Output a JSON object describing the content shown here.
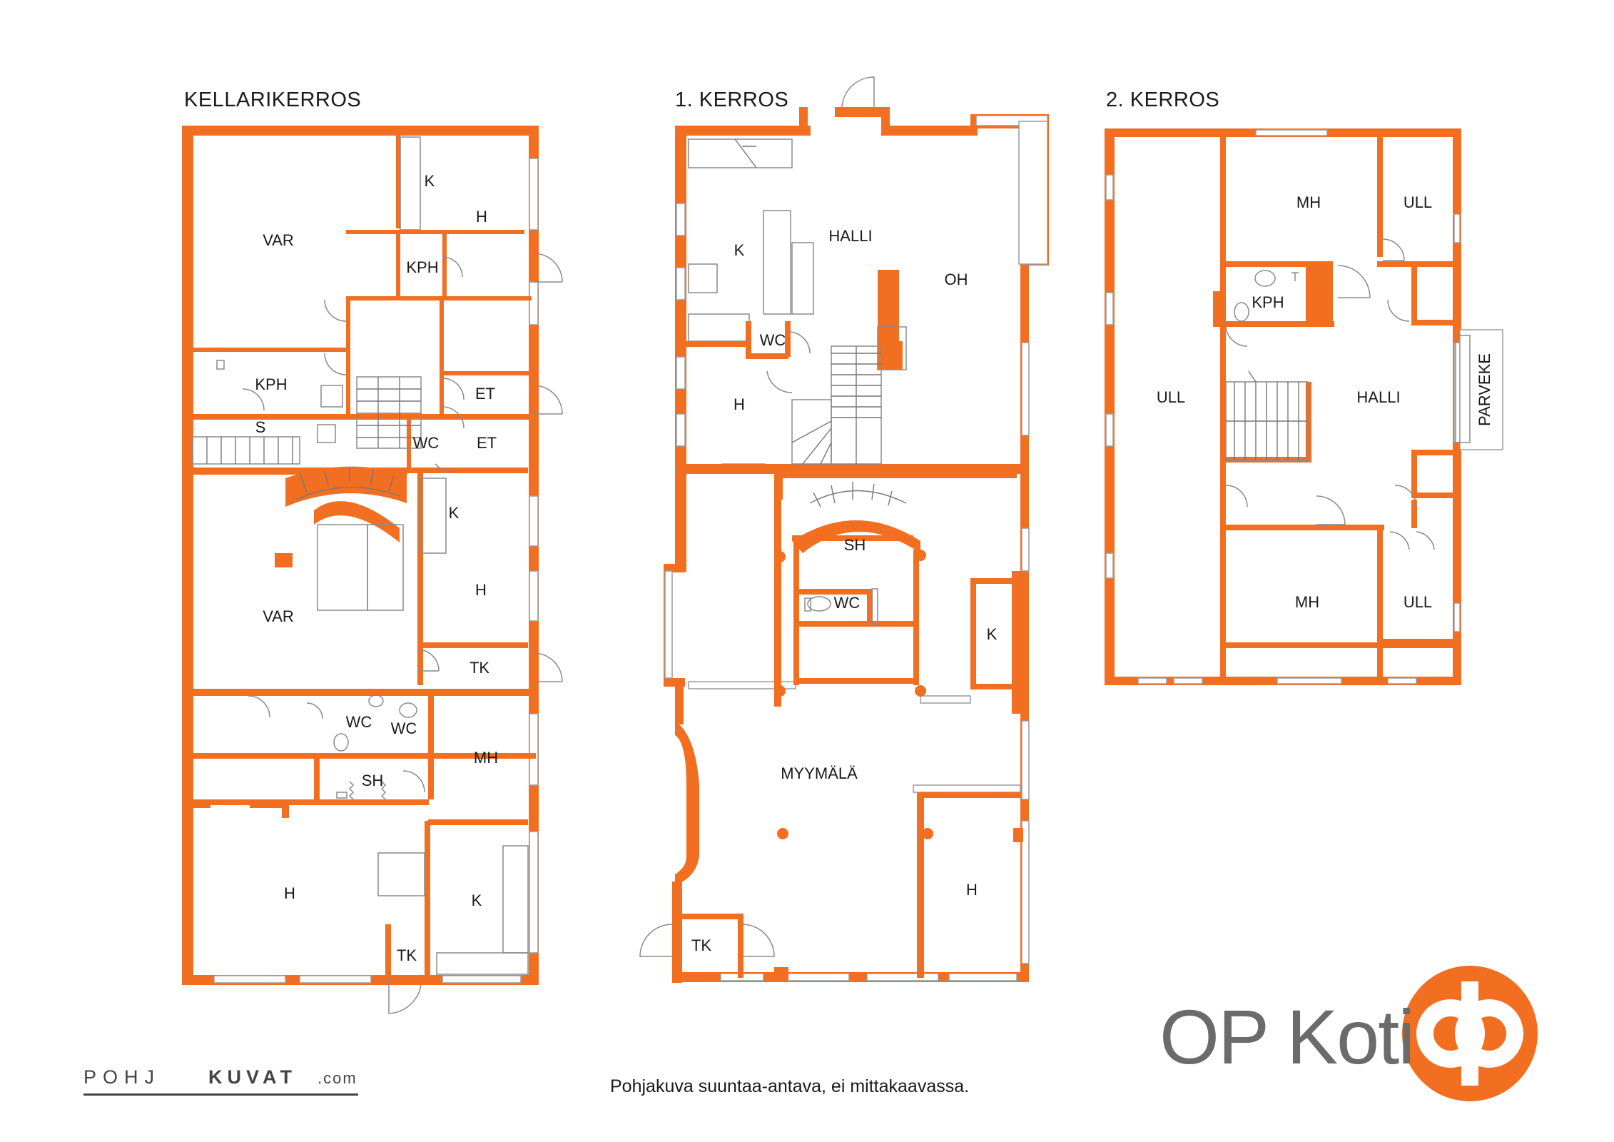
{
  "floors": {
    "basement": {
      "title": "KELLARIKERROS",
      "rooms": {
        "k_top": "K",
        "h_top": "H",
        "var_top": "VAR",
        "kph_top": "KPH",
        "kph_left": "KPH",
        "s": "S",
        "et1": "ET",
        "et2": "ET",
        "wc1": "WC",
        "k_mid": "K",
        "var_mid": "VAR",
        "h_mid": "H",
        "tk_mid": "TK",
        "wc2": "WC",
        "wc3": "WC",
        "mh": "MH",
        "sh": "SH",
        "h_bottom": "H",
        "k_bottom": "K",
        "tk_bottom": "TK"
      }
    },
    "first": {
      "title": "1. KERROS",
      "rooms": {
        "k": "K",
        "halli": "HALLI",
        "oh": "OH",
        "wc": "WC",
        "h": "H",
        "sh": "SH",
        "wc2": "WC",
        "k2": "K",
        "myymala": "MYYMÄLÄ",
        "h2": "H",
        "tk": "TK"
      }
    },
    "second": {
      "title": "2. KERROS",
      "rooms": {
        "mh_top": "MH",
        "ull_top": "ULL",
        "kph": "KPH",
        "ull_left": "ULL",
        "halli": "HALLI",
        "parveke": "PARVEKE",
        "mh_bottom": "MH",
        "ull_bottom": "ULL"
      }
    }
  },
  "footer": {
    "note": "Pohjakuva suuntaa-antava, ei mittakaavassa.",
    "brand": "OP Koti",
    "logo_left": "POHJ",
    "logo_right": "KUVAT",
    "logo_domain": ".com"
  },
  "colors": {
    "wall": "#F26E21",
    "brand_gray": "#6b6b6b"
  },
  "icons": [
    "op-logo-icon",
    "door-swing-icon",
    "stair-icon",
    "sink-icon",
    "toilet-icon",
    "shower-icon"
  ]
}
